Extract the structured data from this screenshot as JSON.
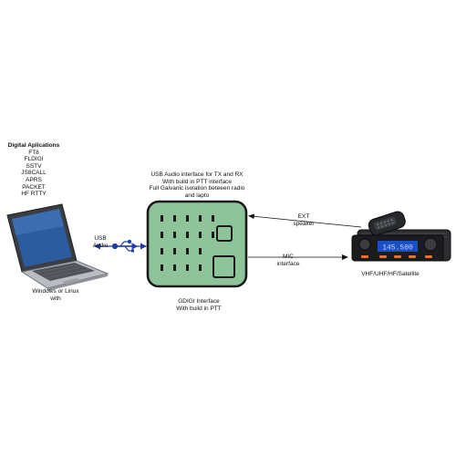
{
  "apps": {
    "heading": "Digital Aplications",
    "items": [
      "FT8",
      "FLDIGI",
      "SSTV",
      "JS8CALL",
      "APRS",
      "PACKET",
      "HF RTTY"
    ]
  },
  "laptop": {
    "caption_line1": "Windows or Linux",
    "caption_line2": "with"
  },
  "usb_link": {
    "label_line1": "USB",
    "label_line2": "Audio"
  },
  "interface": {
    "desc_line1": "USB Audio interface for TX and RX",
    "desc_line2": "With build in PTT interface",
    "desc_line3": "Full Galvanic isolation beteeen radio",
    "desc_line4": "and lapto",
    "caption_line1": "GDIGI Interface",
    "caption_line2": "With build in PTT"
  },
  "ext_link": {
    "label_line1": "EXT",
    "label_line2": "speaker"
  },
  "mic_link": {
    "label_line1": "MIC",
    "label_line2": "interface"
  },
  "radio": {
    "caption": "VHF/UHF/HF/Satellite",
    "display_text": "145.500"
  },
  "colors": {
    "interface_fill": "#8fc39a",
    "interface_stroke": "#1a1a1a",
    "usb_symbol": "#1f3da8",
    "arrow": "#111111"
  },
  "icons": {
    "laptop": "laptop-icon",
    "usb": "usb-icon",
    "interface": "interface-box",
    "radio": "mobile-radio-icon"
  }
}
